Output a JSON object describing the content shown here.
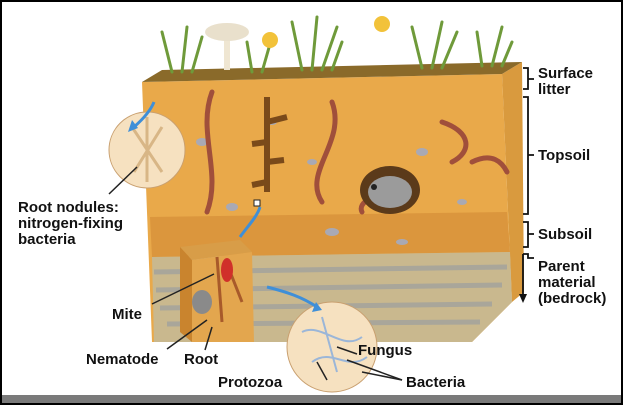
{
  "labels": {
    "surface_litter": "Surface litter",
    "topsoil": "Topsoil",
    "subsoil": "Subsoil",
    "parent_material": "Parent material (bedrock)",
    "root_nodules": "Root nodules: nitrogen-fixing bacteria",
    "mite": "Mite",
    "nematode": "Nematode",
    "root": "Root",
    "fungus": "Fungus",
    "protozoa": "Protozoa",
    "bacteria": "Bacteria"
  },
  "colors": {
    "soil_light": "#e9a94a",
    "soil_dark": "#c9842e",
    "soil_side": "#d99a3e",
    "bedrock": "#b9b6a6",
    "grass": "#6f9a3a",
    "worm": "#a04f3b",
    "arrow_blue": "#3f8fd8"
  }
}
